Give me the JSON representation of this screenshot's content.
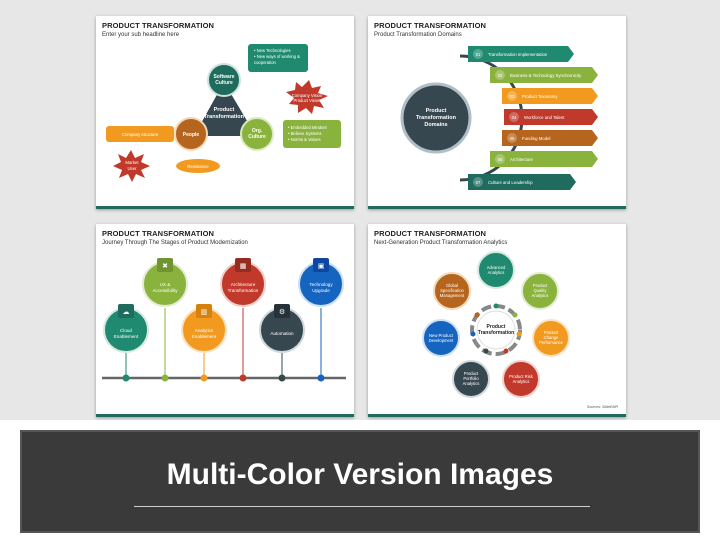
{
  "colors": {
    "teal": "#1f6b5e",
    "green": "#8ab33e",
    "orange": "#f29a1f",
    "red": "#c0392b",
    "navy": "#37474f",
    "purple": "#6b3fa0",
    "blue": "#1565c0",
    "brown": "#b5651d"
  },
  "slide1": {
    "title": "PRODUCT TRANSFORMATION",
    "subtitle": "Enter your sub headline here",
    "center": [
      "Product",
      "Transformation"
    ],
    "software": [
      "Software",
      "Culture"
    ],
    "people": "People",
    "org": [
      "Org.",
      "Culture"
    ],
    "bullets_top": [
      "• New Technologies",
      "• New ways of working &",
      "  cooperation"
    ],
    "bullets_right": [
      "• Embedded Mindset",
      "• Believe Systems",
      "• Norms & Values"
    ],
    "vision": [
      "Company Vision",
      "Product Vision"
    ],
    "structure": "Company structure",
    "market": [
      "Market",
      "User"
    ],
    "resistance": "Resistance"
  },
  "slide2": {
    "title": "PRODUCT TRANSFORMATION",
    "subtitle": "Product Transformation Domains",
    "center": [
      "Product",
      "Transformation",
      "Domains"
    ],
    "items": [
      {
        "num": "01",
        "label": "Transformation Implementation"
      },
      {
        "num": "02",
        "label": "Business & Technology Synchronicity"
      },
      {
        "num": "03",
        "label": "Product Taxonomy"
      },
      {
        "num": "04",
        "label": "Workforce and Talent"
      },
      {
        "num": "05",
        "label": "Funding Model"
      },
      {
        "num": "06",
        "label": "Architecture"
      },
      {
        "num": "07",
        "label": "Culture and Leadership"
      }
    ]
  },
  "slide3": {
    "title": "PRODUCT TRANSFORMATION",
    "subtitle": "Journey Through The Stages of Product Modernization",
    "stages": [
      {
        "lines": [
          "Cloud",
          "Enablement"
        ],
        "icon": "cloud-icon"
      },
      {
        "lines": [
          "UX &",
          "Accessibility"
        ],
        "icon": "tools-icon"
      },
      {
        "lines": [
          "Analytics",
          "Enablement"
        ],
        "icon": "chart-icon"
      },
      {
        "lines": [
          "Architecture",
          "Transformation"
        ],
        "icon": "building-icon"
      },
      {
        "lines": [
          "Automation"
        ],
        "icon": "gears-icon"
      },
      {
        "lines": [
          "Technology",
          "Upgrade"
        ],
        "icon": "chip-icon"
      }
    ]
  },
  "slide4": {
    "title": "PRODUCT TRANSFORMATION",
    "subtitle": "Next-Generation Product Transformation Analytics",
    "center": [
      "Product",
      "Transformation"
    ],
    "nodes": [
      {
        "lines": [
          "Advanced",
          "Analytics"
        ]
      },
      {
        "lines": [
          "Product",
          "Quality",
          "Analytics"
        ]
      },
      {
        "lines": [
          "Product",
          "Change",
          "Performance"
        ]
      },
      {
        "lines": [
          "Product Risk",
          "Analytics"
        ]
      },
      {
        "lines": [
          "Product",
          "Portfolio",
          "Analytics"
        ]
      },
      {
        "lines": [
          "New Product",
          "Development"
        ]
      },
      {
        "lines": [
          "Global",
          "Specification",
          "Management"
        ]
      }
    ],
    "source": "Sources: SlideEMR"
  },
  "banner": {
    "title": "Multi-Color Version Images"
  }
}
